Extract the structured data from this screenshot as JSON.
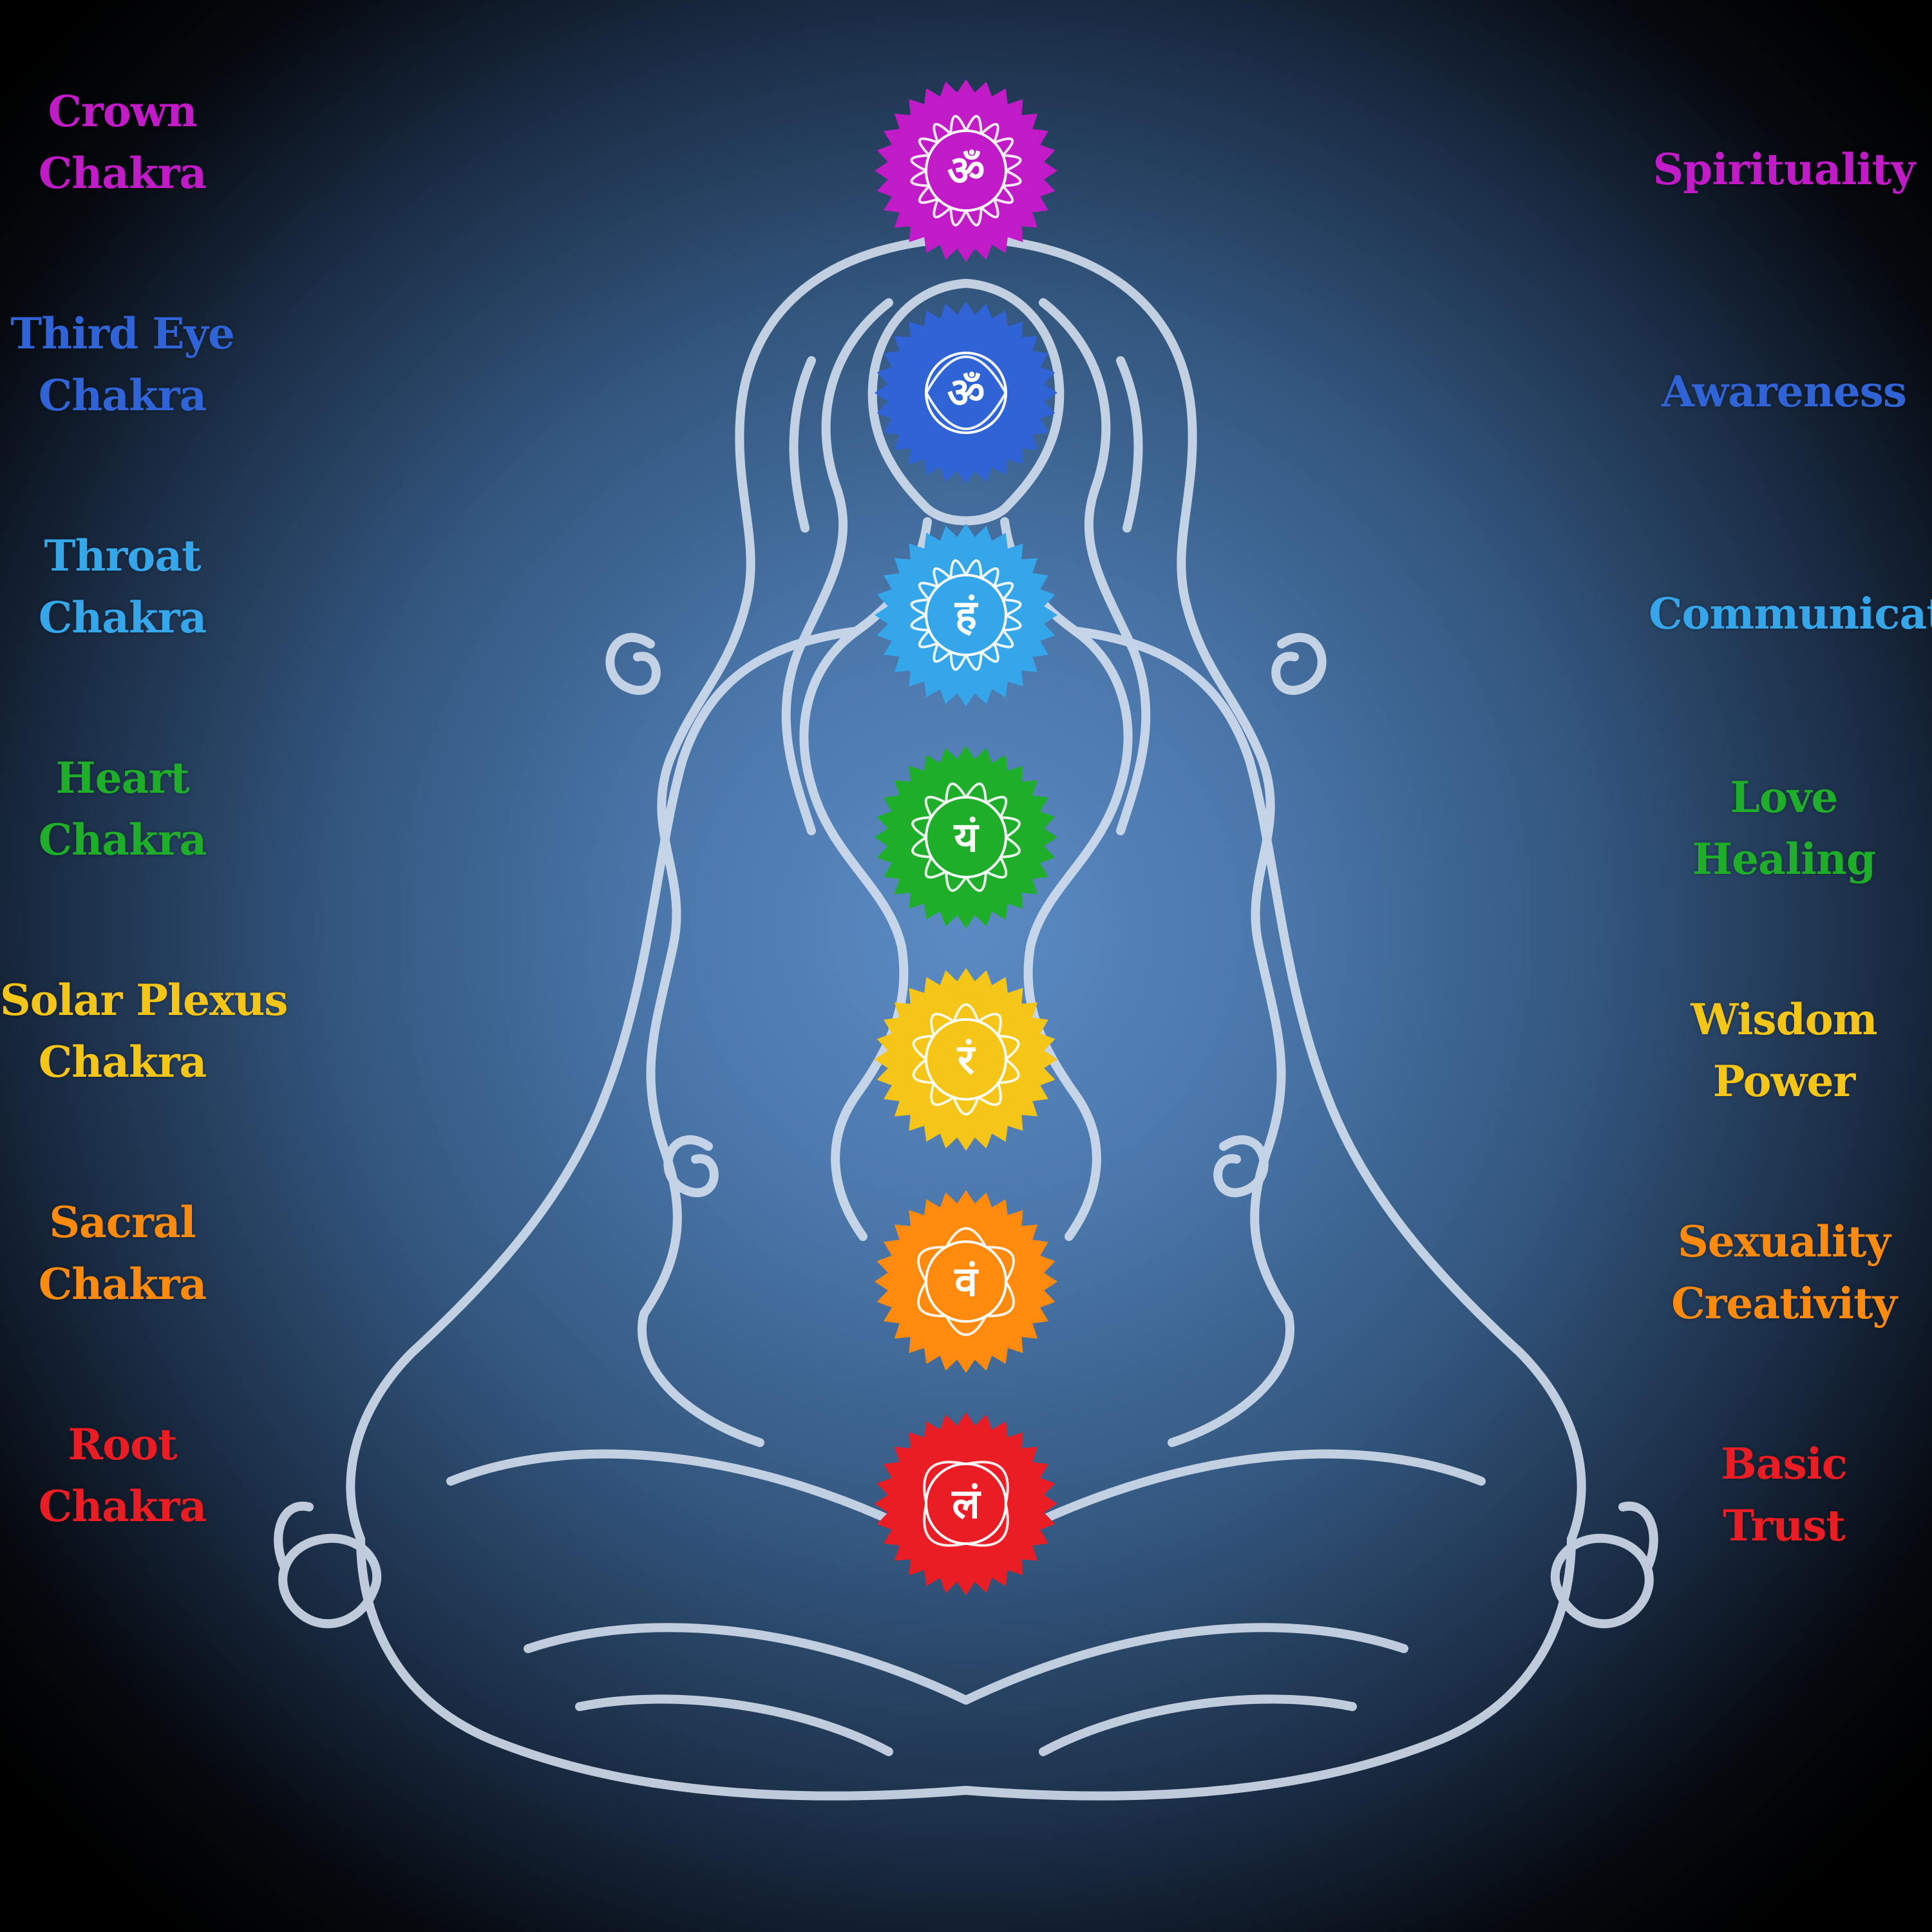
{
  "chakras": [
    {
      "key": "crown",
      "name_line1": "Crown",
      "name_line2": "Chakra",
      "meaning_line1": "Spirituality",
      "meaning_line2": "",
      "color": "#c11bc8",
      "symbol": "ॐ"
    },
    {
      "key": "third-eye",
      "name_line1": "Third Eye",
      "name_line2": "Chakra",
      "meaning_line1": "Awareness",
      "meaning_line2": "",
      "color": "#2f63d6",
      "symbol": "ॐ"
    },
    {
      "key": "throat",
      "name_line1": "Throat",
      "name_line2": "Chakra",
      "meaning_line1": "Communication",
      "meaning_line2": "",
      "color": "#35a6ea",
      "symbol": "हं"
    },
    {
      "key": "heart",
      "name_line1": "Heart",
      "name_line2": "Chakra",
      "meaning_line1": "Love",
      "meaning_line2": "Healing",
      "color": "#1fae2a",
      "symbol": "यं"
    },
    {
      "key": "solar-plexus",
      "name_line1": "Solar Plexus",
      "name_line2": "Chakra",
      "meaning_line1": "Wisdom",
      "meaning_line2": "Power",
      "color": "#f5c518",
      "symbol": "रं"
    },
    {
      "key": "sacral",
      "name_line1": "Sacral",
      "name_line2": "Chakra",
      "meaning_line1": "Sexuality",
      "meaning_line2": "Creativity",
      "color": "#ff8a0d",
      "symbol": "वं"
    },
    {
      "key": "root",
      "name_line1": "Root",
      "name_line2": "Chakra",
      "meaning_line1": "Basic",
      "meaning_line2": "Trust",
      "color": "#ea1c24",
      "symbol": "लं"
    }
  ],
  "colors": {
    "figure_outline": "#d6e1f0",
    "background_center": "#5b8bc4",
    "background_edge": "#000000"
  }
}
